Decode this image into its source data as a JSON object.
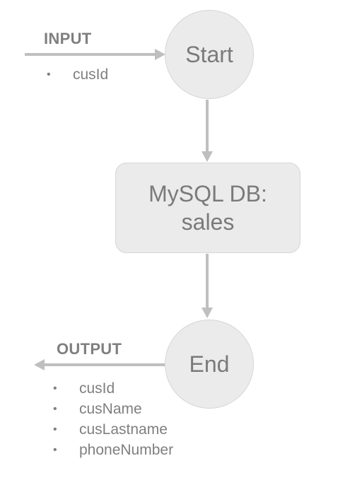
{
  "colors": {
    "node_fill": "#ebebeb",
    "node_border": "#d6d6d6",
    "arrow": "#bfbfbf",
    "text": "#7f7f7f"
  },
  "input": {
    "label": "INPUT",
    "items": [
      "cusId"
    ]
  },
  "nodes": {
    "start": "Start",
    "db_line1": "MySQL DB:",
    "db_line2": "sales",
    "end": "End"
  },
  "output": {
    "label": "OUTPUT",
    "items": [
      "cusId",
      "cusName",
      "cusLastname",
      "phoneNumber"
    ]
  },
  "bullet_glyph": "•"
}
